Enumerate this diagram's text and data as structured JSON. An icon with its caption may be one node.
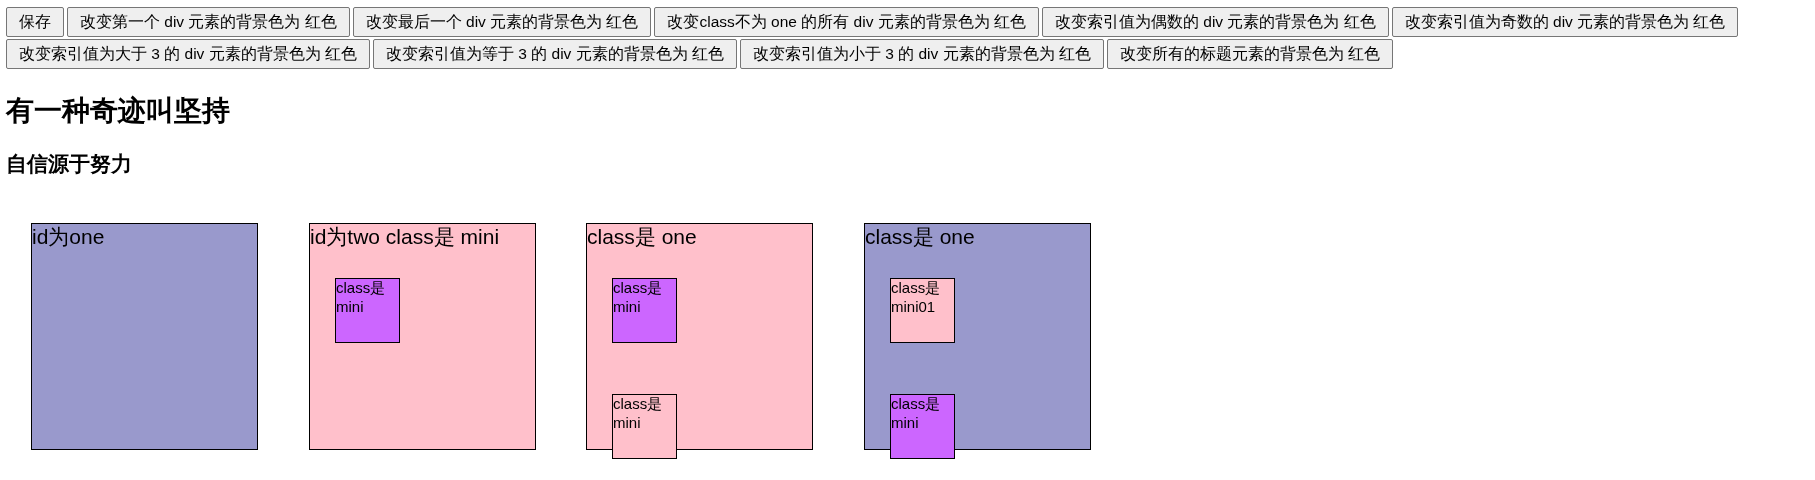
{
  "diagram": {
    "title": "有一种奇迹叫坚持",
    "nodes": [
      {
        "text": [
          "id为one"
        ]
      },
      {
        "text": [
          "id为two class是 mini"
        ]
      },
      {
        "text": [
          "class是 mini"
        ],
        "in": 1
      },
      {
        "text": [
          "class是 one"
        ]
      },
      {
        "text": [
          "class是 mini"
        ],
        "in": 3
      },
      {
        "text": [
          "class是 mini"
        ],
        "in": 3
      },
      {
        "text": [
          "class是 one"
        ]
      },
      {
        "text": [
          "class是 mini01"
        ],
        "in": 6
      },
      {
        "text": [
          "class是 mini"
        ],
        "in": 6
      }
    ],
    "labels": [
      "保存",
      "改变第一个 div 元素的背景色为 红色",
      "改变最后一个 div 元素的背景色为 红色",
      "改变class不为 one 的所有 div 元素的背景色为 红色",
      "改变索引值为偶数的 div 元素的背景色为 红色",
      "改变索引值为奇数的 div 元素的背景色为 红色",
      "改变索引值为大于 3 的 div 元素的背景色为 红色",
      "改变索引值为等于 3 的 div 元素的背景色为 红色",
      "改变索引值为小于 3 的 div 元素的背景色为 红色",
      "改变所有的标题元素的背景色为 红色",
      "自信源于努力"
    ]
  }
}
